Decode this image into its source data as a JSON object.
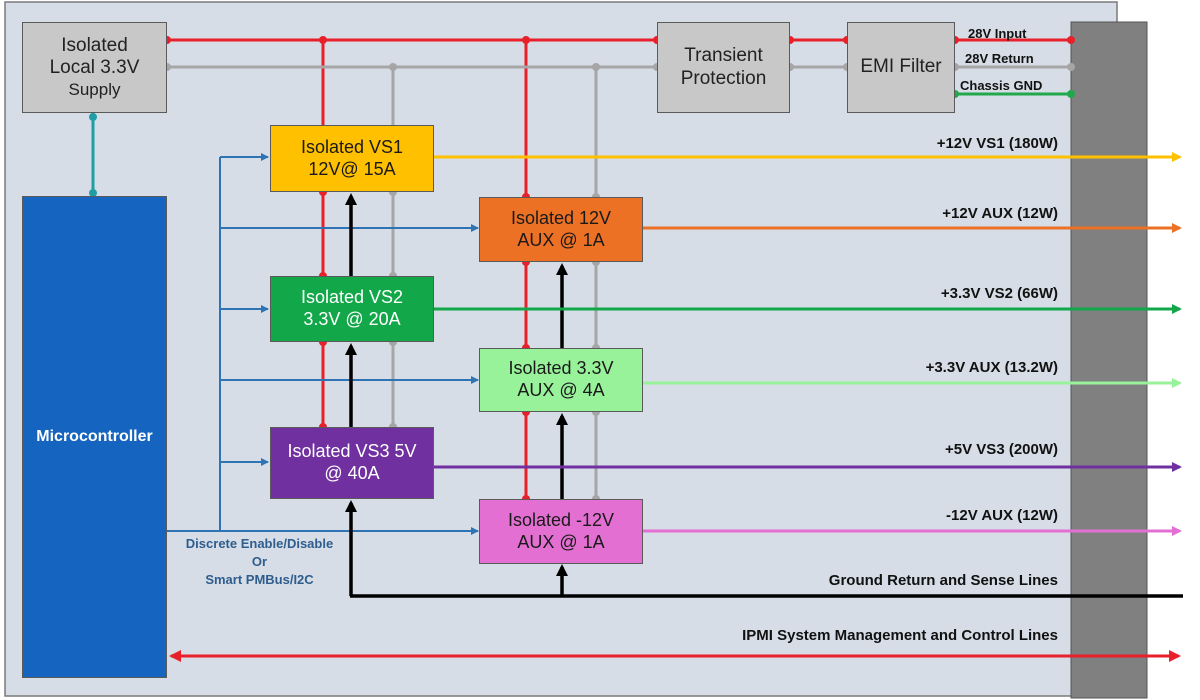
{
  "blocks": {
    "local_supply": {
      "line1": "Isolated",
      "line2": "Local 3.3V",
      "line3": "Supply"
    },
    "transient": {
      "line1": "Transient",
      "line2": "Protection"
    },
    "emi": {
      "label": "EMI Filter"
    },
    "vs1": {
      "line1": "Isolated VS1",
      "line2": "12V@ 15A"
    },
    "aux12": {
      "line1": "Isolated 12V",
      "line2": "AUX @ 1A"
    },
    "vs2": {
      "line1": "Isolated VS2",
      "line2": "3.3V @ 20A"
    },
    "aux33": {
      "line1": "Isolated 3.3V",
      "line2": "AUX @ 4A"
    },
    "vs3": {
      "line1": "Isolated VS3 5V",
      "line2": "@ 40A"
    },
    "auxm12": {
      "line1": "Isolated -12V",
      "line2": "AUX @ 1A"
    },
    "mcu": {
      "label": "Microcontroller"
    }
  },
  "inputs": {
    "input_28v": "28V Input",
    "return_28v": "28V Return",
    "chassis_gnd": "Chassis GND"
  },
  "outputs": {
    "vs1": "+12V VS1 (180W)",
    "aux12": "+12V AUX (12W)",
    "vs2": "+3.3V VS2 (66W)",
    "aux33": "+3.3V AUX (13.2W)",
    "vs3": "+5V VS3 (200W)",
    "auxm12": "-12V AUX (12W)"
  },
  "lines": {
    "ground_sense": "Ground Return and Sense Lines",
    "ipmi": "IPMI System Management and Control Lines"
  },
  "control": {
    "line1": "Discrete Enable/Disable",
    "line2": "Or",
    "line3": "Smart PMBus/I2C"
  },
  "colors": {
    "red": "#e8202a",
    "gray": "#a6a6a6",
    "green_gnd": "#21a84a",
    "teal": "#1f9ea6",
    "blue": "#2e74b5",
    "vs1": "#ffc000",
    "aux12": "#ed7125",
    "vs2": "#12a84a",
    "aux33": "#98f29a",
    "vs3": "#7030a0",
    "auxm12": "#e36fd2",
    "mcu": "#1565c0",
    "panel": "#d6dde6",
    "connector": "#808080",
    "gray_block": "#c8c8c8"
  }
}
